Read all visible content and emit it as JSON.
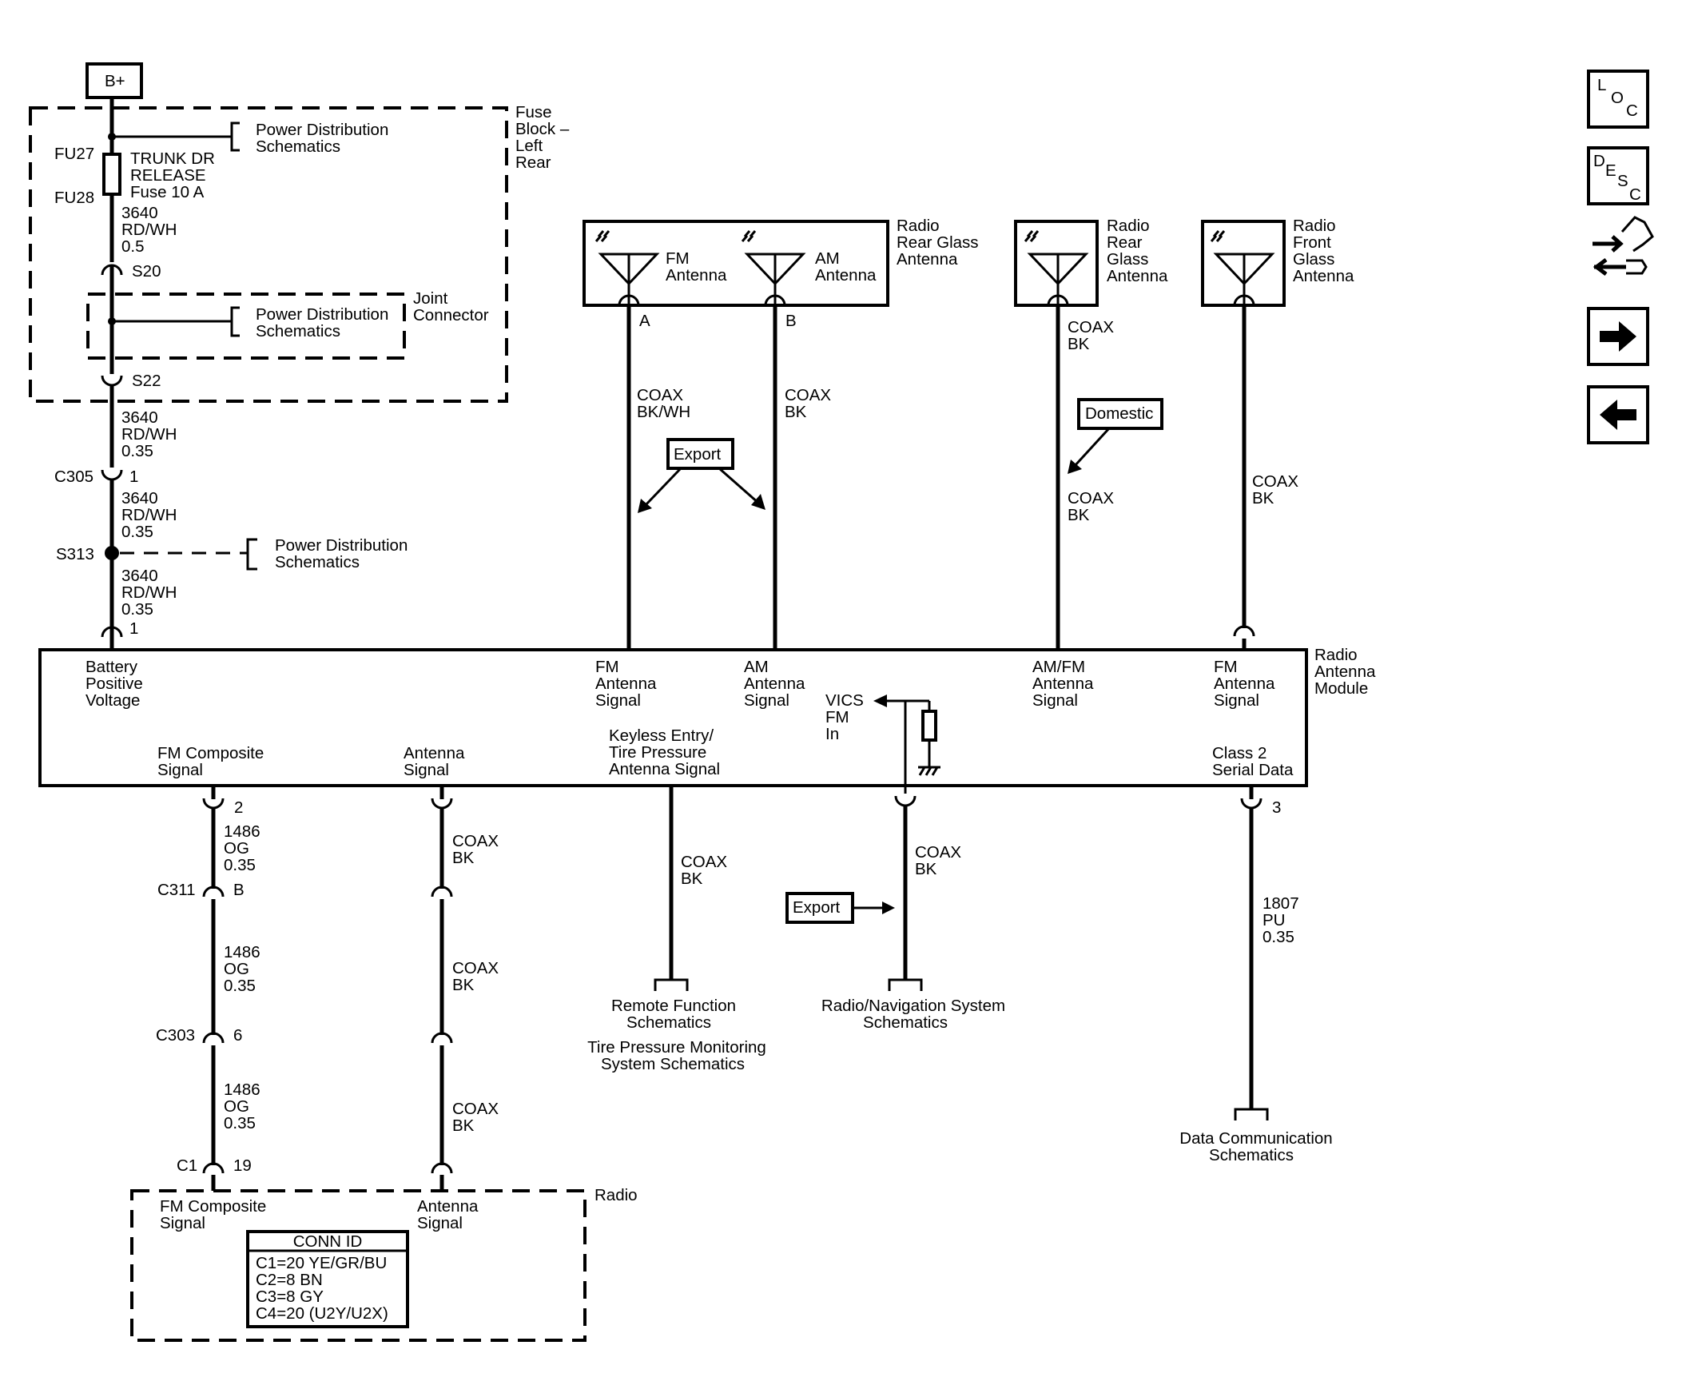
{
  "power": {
    "source": "B+",
    "fuse_block": [
      "Fuse",
      "Block –",
      "Left",
      "Rear"
    ],
    "fu27": "FU27",
    "fu28": "FU28",
    "fuse_label": [
      "TRUNK DR",
      "RELEASE",
      "Fuse 10 A"
    ],
    "pds": [
      "Power Distribution",
      "Schematics"
    ],
    "wire_a": [
      "3640",
      "RD/WH",
      "0.5"
    ],
    "wire_b": [
      "3640",
      "RD/WH",
      "0.35"
    ],
    "s20": "S20",
    "s22": "S22",
    "joint_connector": [
      "Joint",
      "Connector"
    ],
    "c305": "C305",
    "pin1": "1",
    "s313": "S313"
  },
  "antennas": {
    "rear_glass_title": [
      "Radio",
      "Rear Glass",
      "Antenna"
    ],
    "fm_antenna": [
      "FM",
      "Antenna"
    ],
    "am_antenna": [
      "AM",
      "Antenna"
    ],
    "pin_a": "A",
    "pin_b": "B",
    "rear_glass2_title": [
      "Radio",
      "Rear",
      "Glass",
      "Antenna"
    ],
    "front_glass_title": [
      "Radio",
      "Front",
      "Glass",
      "Antenna"
    ]
  },
  "wires": {
    "coax_bkwh": [
      "COAX",
      "BK/WH"
    ],
    "coax_bk": [
      "COAX",
      "BK"
    ],
    "export": "Export",
    "domestic": "Domestic",
    "og": [
      "1486",
      "OG",
      "0.35"
    ],
    "pu": [
      "1807",
      "PU",
      "0.35"
    ]
  },
  "module": {
    "title": [
      "Radio",
      "Antenna",
      "Module"
    ],
    "battery": [
      "Battery",
      "Positive",
      "Voltage"
    ],
    "fm_sig": [
      "FM",
      "Antenna",
      "Signal"
    ],
    "am_sig": [
      "AM",
      "Antenna",
      "Signal"
    ],
    "amfm_sig": [
      "AM/FM",
      "Antenna",
      "Signal"
    ],
    "fm_sig2": [
      "FM",
      "Antenna",
      "Signal"
    ],
    "vics": [
      "VICS",
      "FM",
      "In"
    ],
    "fm_composite": [
      "FM Composite",
      "Signal"
    ],
    "antenna_signal": [
      "Antenna",
      "Signal"
    ],
    "keyless": [
      "Keyless Entry/",
      "Tire Pressure",
      "Antenna Signal"
    ],
    "class2": [
      "Class 2",
      "Serial Data"
    ],
    "pin2": "2",
    "pin3": "3"
  },
  "connectors": {
    "c311": "C311",
    "c311_pin": "B",
    "c303": "C303",
    "c303_pin": "6",
    "c1": "C1",
    "c1_pin": "19"
  },
  "references": {
    "remote": [
      "Remote Function",
      "Schematics"
    ],
    "tpms": [
      "Tire Pressure Monitoring",
      "System Schematics"
    ],
    "nav": [
      "Radio/Navigation System",
      "Schematics"
    ],
    "data_comm": [
      "Data Communication",
      "Schematics"
    ]
  },
  "radio": {
    "title": "Radio",
    "fm_composite": [
      "FM Composite",
      "Signal"
    ],
    "antenna_signal": [
      "Antenna",
      "Signal"
    ],
    "conn_id_title": "CONN ID",
    "conn_ids": [
      "C1=20 YE/GR/BU",
      "C2=8 BN",
      "C3=8 GY",
      "C4=20 (U2Y/U2X)"
    ]
  },
  "nav": {
    "loc": [
      "L",
      "O",
      "C"
    ],
    "desc": [
      "D",
      "E",
      "S",
      "C"
    ]
  }
}
